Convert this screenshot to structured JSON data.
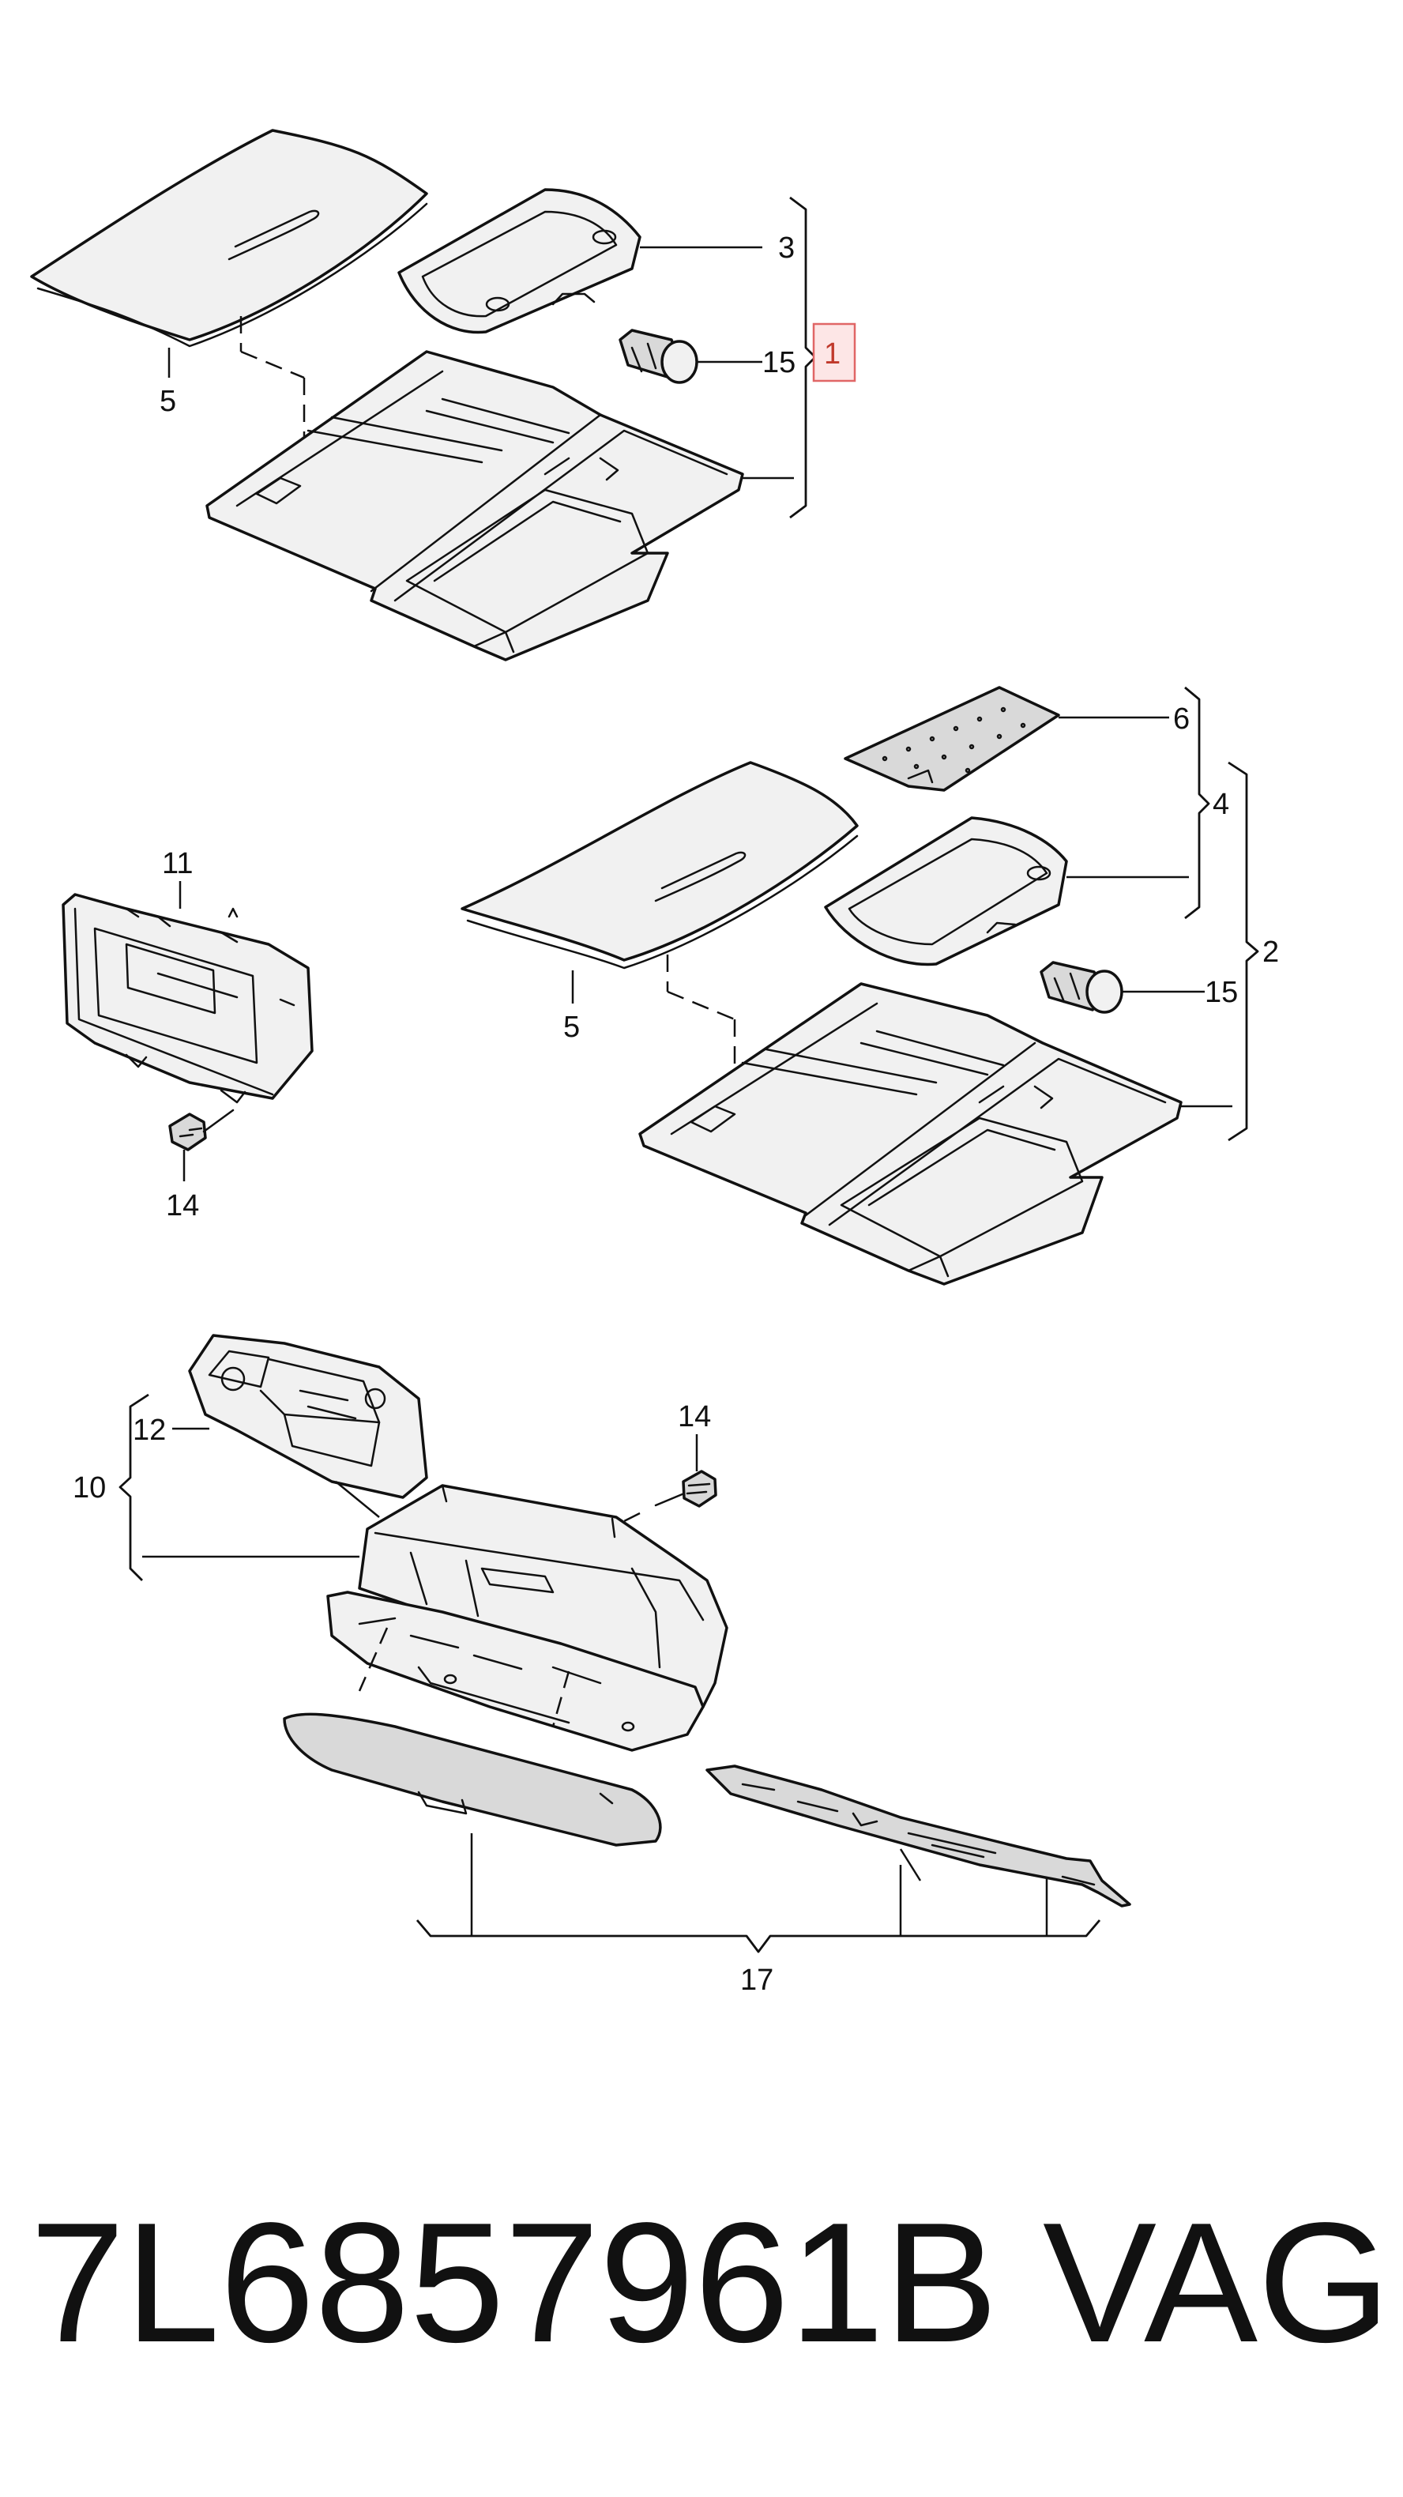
{
  "callouts": {
    "c1": "1",
    "c2": "2",
    "c3": "3",
    "c4": "4",
    "c5a": "5",
    "c5b": "5",
    "c6": "6",
    "c10": "10",
    "c11": "11",
    "c12": "12",
    "c14a": "14",
    "c14b": "14",
    "c15a": "15",
    "c15b": "15",
    "c17": "17"
  },
  "footer": {
    "part_number": "7L6857961B",
    "brand": "VAG"
  },
  "highlight_color": "#e06666"
}
